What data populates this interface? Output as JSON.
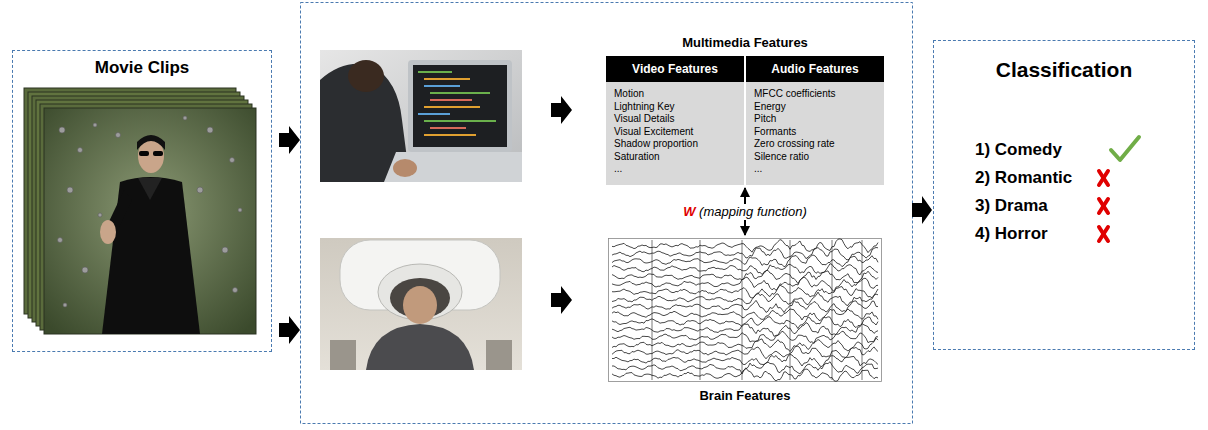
{
  "diagram": {
    "nodes": [
      {
        "text": [
          "Movie Clips"
        ]
      },
      {
        "text": [
          "Multimedia Features",
          "Video Features",
          "Audio Features",
          "Motion",
          "Lightning Key",
          "Visual Details",
          "Visual Excitement",
          "Shadow proportion",
          "Saturation",
          "...",
          "MFCC coefficients",
          "Energy",
          "Pitch",
          "Formants",
          "Zero crossing rate",
          "Silence ratio",
          "..."
        ]
      },
      {
        "text": [
          "Brain Features"
        ]
      },
      {
        "text": [
          "Classification",
          "1) Comedy",
          "2) Romantic",
          "3) Drama",
          "4) Horror"
        ]
      }
    ],
    "edges": [
      {
        "from": 1,
        "to": 2,
        "label": "W (mapping function)",
        "arrow": "both"
      }
    ]
  }
}
